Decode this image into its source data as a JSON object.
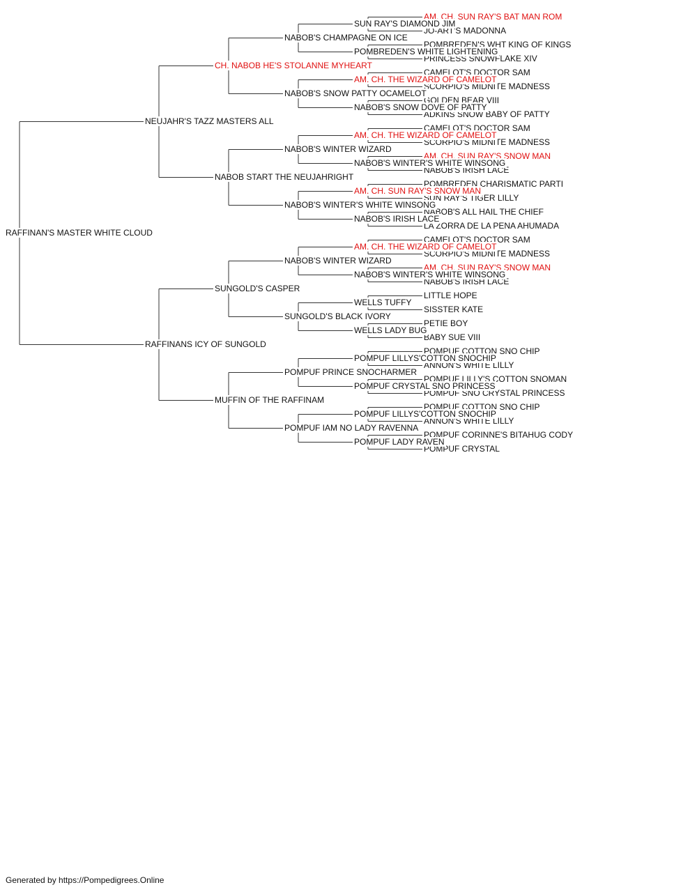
{
  "colors": {
    "champion": "#e01010",
    "normal": "#111111",
    "lines": "#333333"
  },
  "footer": "Generated by https://Pompedigrees.Online",
  "pedigree": {
    "name": "RAFFINAN'S MASTER WHITE CLOUD",
    "champion": false,
    "sire": {
      "name": "NEUJAHR'S TAZZ MASTERS ALL",
      "champion": false,
      "sire": {
        "name": "CH. NABOB HE'S STOLANNE MYHEART",
        "champion": true,
        "sire": {
          "name": "NABOB'S CHAMPAGNE ON ICE",
          "champion": false,
          "sire": {
            "name": "SUN RAY'S DIAMOND JIM",
            "champion": false,
            "sire": {
              "name": "AM. CH. SUN RAY'S BAT MAN ROM",
              "champion": true
            },
            "dam": {
              "name": "JO-ART'S MADONNA",
              "champion": false
            }
          },
          "dam": {
            "name": "POMBREDEN'S WHITE LIGHTENING",
            "champion": false,
            "sire": {
              "name": "POMBREDEN'S WHT KING OF KINGS",
              "champion": false
            },
            "dam": {
              "name": "PRINCESS SNOWFLAKE XIV",
              "champion": false
            }
          }
        },
        "dam": {
          "name": "NABOB'S SNOW PATTY OCAMELOT",
          "champion": false,
          "sire": {
            "name": "AM. CH. THE WIZARD OF CAMELOT",
            "champion": true,
            "sire": {
              "name": "CAMELOT'S DOCTOR SAM",
              "champion": false
            },
            "dam": {
              "name": "SCORPIO'S MIDNITE MADNESS",
              "champion": false
            }
          },
          "dam": {
            "name": "NABOB'S SNOW DOVE OF PATTY",
            "champion": false,
            "sire": {
              "name": "GOLDEN BEAR VIII",
              "champion": false
            },
            "dam": {
              "name": "ADKINS SNOW BABY OF PATTY",
              "champion": false
            }
          }
        }
      },
      "dam": {
        "name": "NABOB START THE NEUJAHRIGHT",
        "champion": false,
        "sire": {
          "name": "NABOB'S WINTER WIZARD",
          "champion": false,
          "sire": {
            "name": "AM. CH. THE WIZARD OF CAMELOT",
            "champion": true,
            "sire": {
              "name": "CAMELOT'S DOCTOR SAM",
              "champion": false
            },
            "dam": {
              "name": "SCORPIO'S MIDNITE MADNESS",
              "champion": false
            }
          },
          "dam": {
            "name": "NABOB'S WINTER'S WHITE WINSONG",
            "champion": false,
            "sire": {
              "name": "AM. CH. SUN RAY'S SNOW MAN",
              "champion": true
            },
            "dam": {
              "name": "NABOB'S IRISH LACE",
              "champion": false
            }
          }
        },
        "dam": {
          "name": "NABOB'S WINTER'S WHITE WINSONG",
          "champion": false,
          "sire": {
            "name": "AM. CH. SUN RAY'S SNOW MAN",
            "champion": true,
            "sire": {
              "name": "POMBREDEN CHARISMATIC PARTI",
              "champion": false
            },
            "dam": {
              "name": "SUN RAY'S TIGER LILLY",
              "champion": false
            }
          },
          "dam": {
            "name": "NABOB'S IRISH LACE",
            "champion": false,
            "sire": {
              "name": "NABOB'S ALL HAIL THE CHIEF",
              "champion": false
            },
            "dam": {
              "name": "LA ZORRA DE LA PENA AHUMADA",
              "champion": false
            }
          }
        }
      }
    },
    "dam": {
      "name": "RAFFINANS ICY OF SUNGOLD",
      "champion": false,
      "sire": {
        "name": "SUNGOLD'S CASPER",
        "champion": false,
        "sire": {
          "name": "NABOB'S WINTER WIZARD",
          "champion": false,
          "sire": {
            "name": "AM. CH. THE WIZARD OF CAMELOT",
            "champion": true,
            "sire": {
              "name": "CAMELOT'S DOCTOR SAM",
              "champion": false
            },
            "dam": {
              "name": "SCORPIO'S MIDNITE MADNESS",
              "champion": false
            }
          },
          "dam": {
            "name": "NABOB'S WINTER'S WHITE WINSONG",
            "champion": false,
            "sire": {
              "name": "AM. CH. SUN RAY'S SNOW MAN",
              "champion": true
            },
            "dam": {
              "name": "NABOB'S IRISH LACE",
              "champion": false
            }
          }
        },
        "dam": {
          "name": "SUNGOLD'S BLACK IVORY",
          "champion": false,
          "sire": {
            "name": "WELLS TUFFY",
            "champion": false,
            "sire": {
              "name": "LITTLE HOPE",
              "champion": false
            },
            "dam": {
              "name": "SISSTER KATE",
              "champion": false
            }
          },
          "dam": {
            "name": "WELLS LADY BUG",
            "champion": false,
            "sire": {
              "name": "PETIE BOY",
              "champion": false
            },
            "dam": {
              "name": "BABY SUE VIII",
              "champion": false
            }
          }
        }
      },
      "dam": {
        "name": "MUFFIN OF THE RAFFINAM",
        "champion": false,
        "sire": {
          "name": "POMPUF PRINCE SNOCHARMER",
          "champion": false,
          "sire": {
            "name": "POMPUF LILLYS'COTTON SNOCHIP",
            "champion": false,
            "sire": {
              "name": "POMPUF COTTON SNO CHIP",
              "champion": false
            },
            "dam": {
              "name": "ANNON'S WHITE LILLY",
              "champion": false
            }
          },
          "dam": {
            "name": "POMPUF CRYSTAL SNO PRINCESS",
            "champion": false,
            "sire": {
              "name": "POMPUF LILLY'S COTTON SNOMAN",
              "champion": false
            },
            "dam": {
              "name": "POMPUF SNO CRYSTAL PRINCESS",
              "champion": false
            }
          }
        },
        "dam": {
          "name": "POMPUF IAM NO LADY RAVENNA",
          "champion": false,
          "sire": {
            "name": "POMPUF LILLYS'COTTON SNOCHIP",
            "champion": false,
            "sire": {
              "name": "POMPUF COTTON SNO CHIP",
              "champion": false
            },
            "dam": {
              "name": "ANNON'S WHITE LILLY",
              "champion": false
            }
          },
          "dam": {
            "name": "POMPUF LADY RAVEN",
            "champion": false,
            "sire": {
              "name": "POMPUF CORINNE'S BITAHUG CODY",
              "champion": false
            },
            "dam": {
              "name": "POMPUF CRYSTAL",
              "champion": false
            }
          }
        }
      }
    }
  }
}
